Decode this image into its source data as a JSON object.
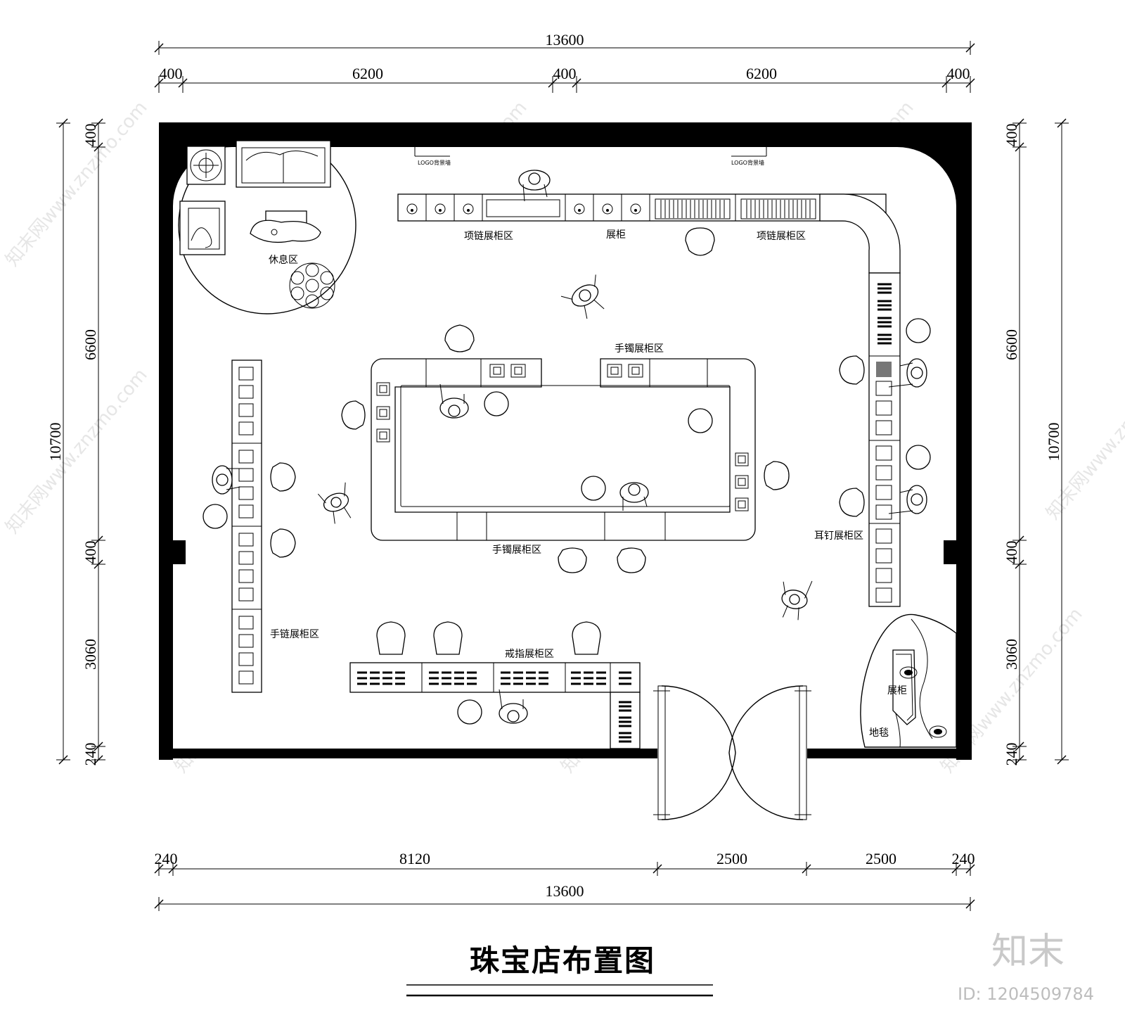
{
  "drawing": {
    "title": "珠宝店布置图",
    "id_text": "ID: 1204509784",
    "logo_text": "知末",
    "watermark": "知末网www.znzmo.com"
  },
  "dimensions": {
    "top_total": "13600",
    "top_parts": [
      "400",
      "6200",
      "400",
      "6200",
      "400"
    ],
    "bottom_total": "13600",
    "bottom_parts": [
      "240",
      "8120",
      "2500",
      "2500",
      "240"
    ],
    "left_total": "10700",
    "left_parts": [
      "400",
      "6600",
      "400",
      "3060",
      "240"
    ],
    "right_total": "10700",
    "right_parts": [
      "400",
      "6600",
      "400",
      "3060",
      "240"
    ]
  },
  "labels": {
    "logo_wall_left": "LOGO背景墙",
    "logo_wall_right": "LOGO背景墙",
    "necklace_left": "项链展柜区",
    "display_cabinet_top": "展柜",
    "necklace_right": "项链展柜区",
    "lounge": "休息区",
    "bracelet_top": "手镯展柜区",
    "bracelet_bottom": "手镯展柜区",
    "earring": "耳钉展柜区",
    "chain": "手链展柜区",
    "ring": "戒指展柜区",
    "display_cabinet_corner": "展柜",
    "carpet": "地毯"
  }
}
